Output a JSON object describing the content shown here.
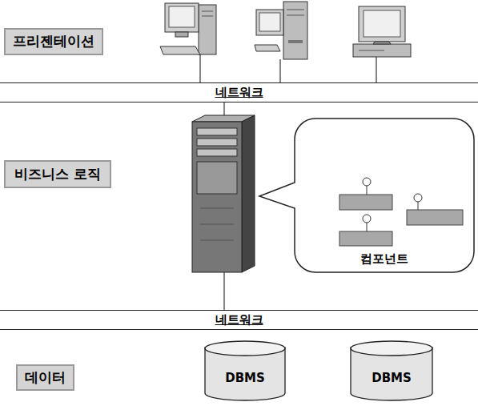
{
  "diagram": {
    "nodes": [
      {
        "text": [
          "프리젠테이션"
        ]
      },
      {
        "text": [
          "네트워크"
        ]
      },
      {
        "text": [
          "비즈니스 로직"
        ]
      },
      {
        "text": [
          "컴포넌트"
        ]
      },
      {
        "text": [
          "네트워크"
        ]
      },
      {
        "text": [
          "데이터"
        ]
      },
      {
        "text": [
          "DBMS"
        ]
      },
      {
        "text": [
          "DBMS"
        ]
      }
    ]
  }
}
